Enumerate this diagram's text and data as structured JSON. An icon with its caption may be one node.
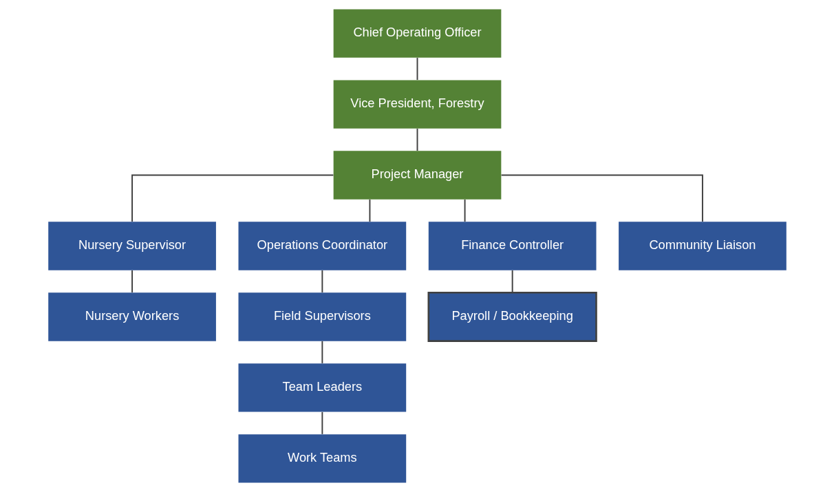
{
  "diagram": {
    "nodes": [
      {
        "text": [
          "Chief Operating Officer"
        ]
      },
      {
        "text": [
          "Vice President, Forestry"
        ]
      },
      {
        "text": [
          "Project Manager"
        ]
      },
      {
        "text": [
          "Nursery Supervisor"
        ]
      },
      {
        "text": [
          "Operations Coordinator"
        ]
      },
      {
        "text": [
          "Finance Controller"
        ]
      },
      {
        "text": [
          "Community Liaison"
        ]
      },
      {
        "text": [
          "Nursery Workers"
        ]
      },
      {
        "text": [
          "Field Supervisors"
        ]
      },
      {
        "text": [
          "Team Leaders"
        ]
      },
      {
        "text": [
          "Work Teams"
        ]
      },
      {
        "text": [
          "Payroll / Bookkeeping"
        ]
      }
    ],
    "edges": [
      {
        "from": 0,
        "to": 1,
        "arrow": "none"
      },
      {
        "from": 1,
        "to": 2,
        "arrow": "none"
      },
      {
        "from": 2,
        "to": 3,
        "arrow": "none"
      },
      {
        "from": 2,
        "to": 4,
        "arrow": "none"
      },
      {
        "from": 2,
        "to": 5,
        "arrow": "none"
      },
      {
        "from": 2,
        "to": 6,
        "arrow": "none"
      },
      {
        "from": 3,
        "to": 7,
        "arrow": "none"
      },
      {
        "from": 4,
        "to": 8,
        "arrow": "none"
      },
      {
        "from": 8,
        "to": 9,
        "arrow": "none"
      },
      {
        "from": 9,
        "to": 10,
        "arrow": "none"
      },
      {
        "from": 5,
        "to": 11,
        "arrow": "none"
      }
    ]
  }
}
